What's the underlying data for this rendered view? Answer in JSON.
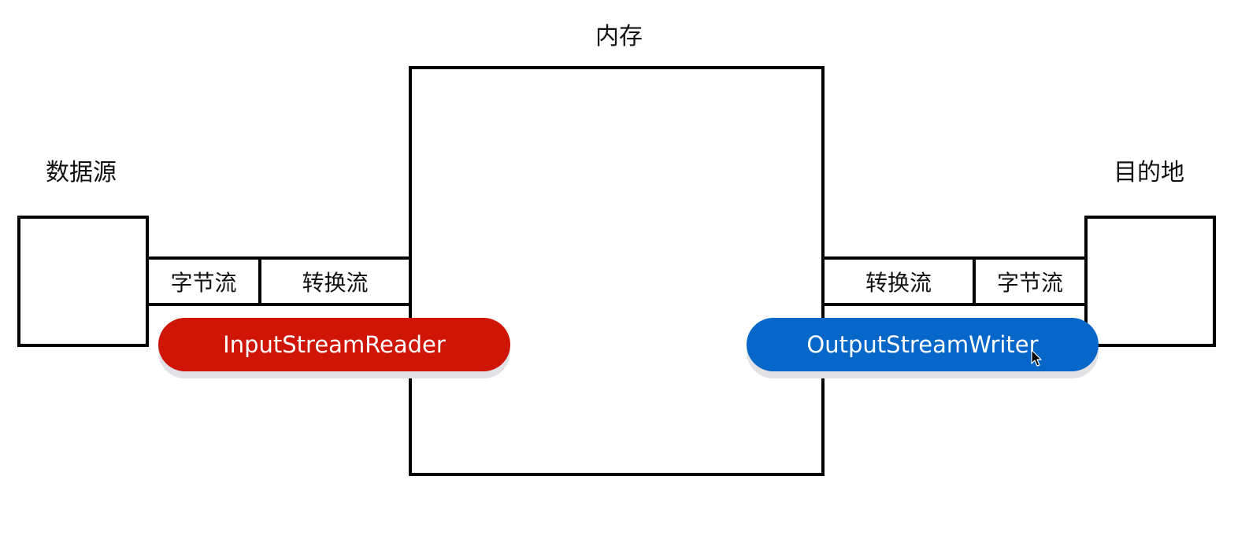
{
  "memory": {
    "label": "内存"
  },
  "source": {
    "label": "数据源"
  },
  "destination": {
    "label": "目的地"
  },
  "input_side": {
    "byte_stream": "字节流",
    "convert_stream": "转换流",
    "class_name": "InputStreamReader"
  },
  "output_side": {
    "convert_stream": "转换流",
    "byte_stream": "字节流",
    "class_name": "OutputStreamWriter"
  },
  "colors": {
    "input_pill": "#cf1506",
    "output_pill": "#0767c8",
    "outline": "#000000"
  },
  "icons": {
    "cursor": "mouse-pointer-icon"
  }
}
